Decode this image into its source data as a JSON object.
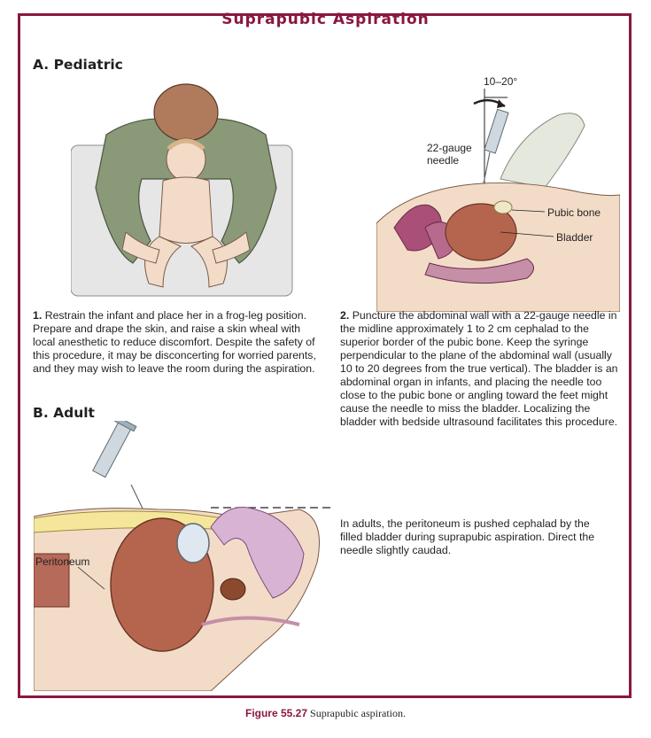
{
  "title": "Suprapubic Aspiration",
  "section_a": {
    "heading": "A. Pediatric",
    "step1": {
      "number": "1.",
      "text": "Restrain the infant and place her in a frog-leg position. Prepare and drape the skin, and raise a skin wheal  with local anesthetic to reduce discomfort. Despite the safety of this procedure, it may be disconcerting for worried parents, and they may wish to leave the room during the aspiration."
    },
    "step2": {
      "number": "2.",
      "text": "Puncture the abdominal wall with a 22-gauge needle in the midline approximately 1 to 2 cm cephalad to the superior border of the pubic bone. Keep the syringe perpendicular to the plane of the abdominal wall (usually 10 to 20 degrees from the true vertical). The bladder is an abdominal organ in infants, and placing the needle too close to the pubic bone or angling toward the feet might cause the needle to miss the bladder. Localizing the bladder with bedside ultrasound facilitates this procedure."
    },
    "labels": {
      "angle": "10–20°",
      "needle_line1": "22-gauge",
      "needle_line2": "needle",
      "pubic_bone": "Pubic bone",
      "bladder": "Bladder"
    }
  },
  "section_b": {
    "heading": "B. Adult",
    "text": "In adults, the peritoneum is pushed cephalad by the filled bladder during suprapubic aspiration. Direct the needle slightly caudad.",
    "labels": {
      "peritoneum": "Peritoneum"
    }
  },
  "caption": {
    "figure_number": "Figure 55.27",
    "text": "Suprapubic aspiration."
  },
  "colors": {
    "accent": "#8b1742",
    "frame": "#8b1742",
    "bladder": "#b5654e",
    "skin": "#f2dcc8",
    "shirt": "#8a9a78",
    "drape": "#e6e6e6"
  }
}
